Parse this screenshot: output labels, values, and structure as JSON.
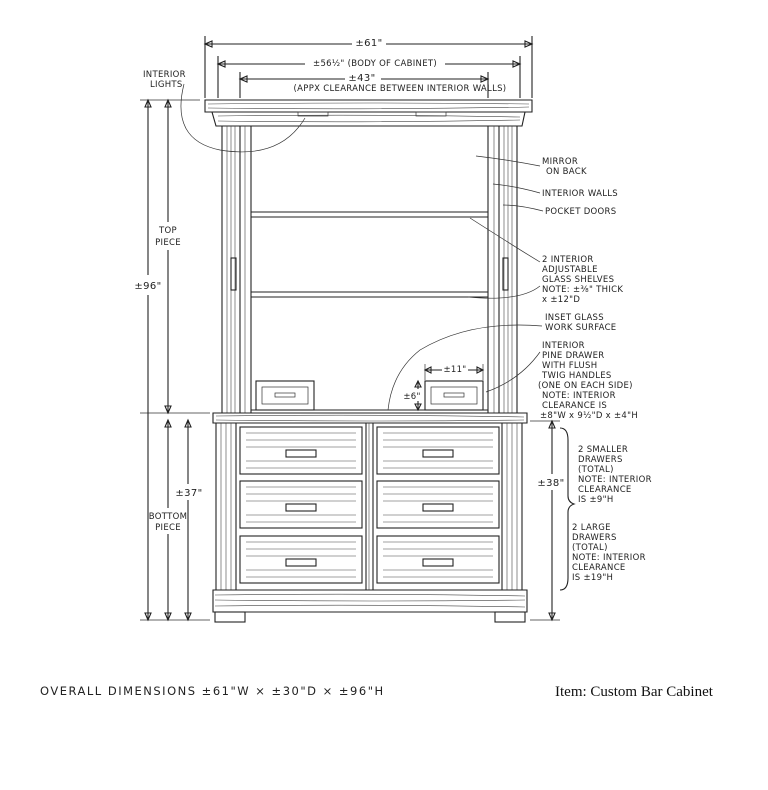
{
  "dims": {
    "overall_width": "±61\"",
    "body_width": "±56½\" (BODY OF CABINET)",
    "clearance_width": "±43\"",
    "clearance_note": "(APPX CLEARANCE BETWEEN INTERIOR WALLS)",
    "total_height": "±96\"",
    "bottom_height": "±37\"",
    "drawer_zone_height": "±38\"",
    "small_drawer_width": "±11\"",
    "small_drawer_height": "±6\""
  },
  "side_labels": {
    "top_piece": [
      "TOP",
      "PIECE"
    ],
    "bottom_piece": [
      "BOTTOM",
      "PIECE"
    ]
  },
  "callouts": {
    "interior_lights": [
      "INTERIOR",
      "LIGHTS"
    ],
    "mirror": [
      "MIRROR",
      "ON BACK"
    ],
    "interior_walls": [
      "INTERIOR WALLS"
    ],
    "pocket_doors": [
      "POCKET DOORS"
    ],
    "shelves": [
      "2 INTERIOR",
      "ADJUSTABLE",
      "GLASS SHELVES",
      "NOTE: ±⅜\" THICK",
      "x ±12\"D"
    ],
    "work_surface": [
      "INSET GLASS",
      "WORK SURFACE"
    ],
    "pine_drawer": [
      "INTERIOR",
      "PINE DRAWER",
      "WITH FLUSH",
      "TWIG HANDLES",
      "(ONE ON EACH SIDE)",
      "NOTE: INTERIOR",
      "CLEARANCE IS",
      "±8\"W x 9½\"D x ±4\"H"
    ],
    "smaller_drawers": [
      "2 SMALLER",
      "DRAWERS",
      "(TOTAL)",
      "NOTE: INTERIOR",
      "CLEARANCE",
      "IS ±9\"H"
    ],
    "large_drawers": [
      "2 LARGE",
      "DRAWERS",
      "(TOTAL)",
      "NOTE: INTERIOR",
      "CLEARANCE",
      "IS ±19\"H"
    ]
  },
  "footer": {
    "overall": "OVERALL DIMENSIONS  ±61\"W × ±30\"D  × ±96\"H",
    "item": "Item: Custom Bar Cabinet"
  }
}
